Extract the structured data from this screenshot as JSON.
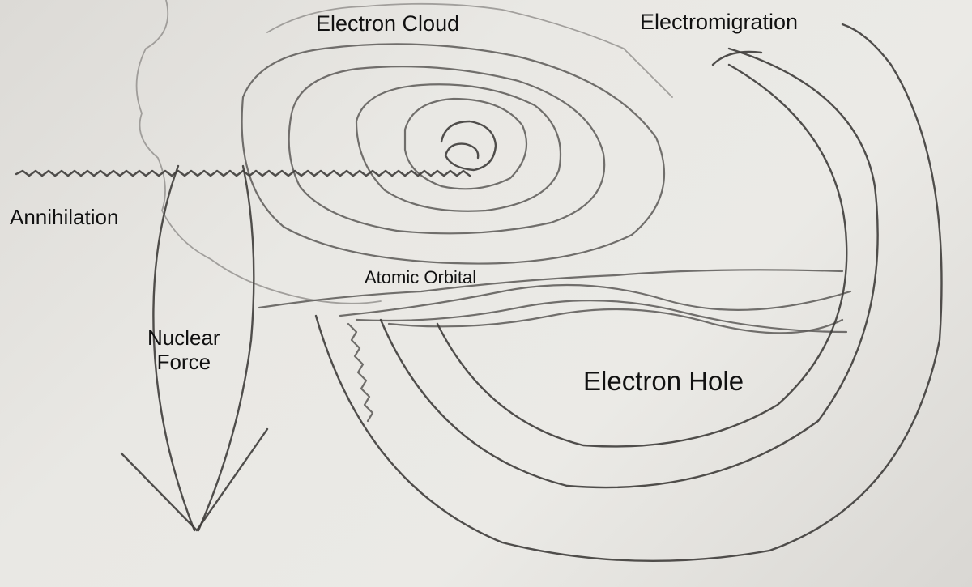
{
  "colors": {
    "paper": "#e9e8e4",
    "pencil": "#5a5856",
    "text": "#111111"
  },
  "labels": {
    "electron_cloud": "Electron Cloud",
    "electromigration": "Electromigration",
    "annihilation": "Annihilation",
    "atomic_orbital": "Atomic Orbital",
    "nuclear_force_line1": "Nuclear",
    "nuclear_force_line2": "Force",
    "electron_hole": "Electron Hole"
  }
}
